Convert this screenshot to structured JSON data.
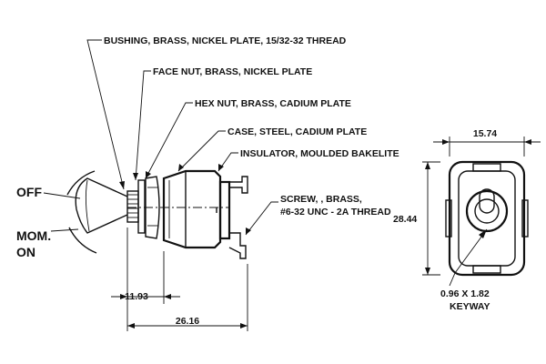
{
  "callouts": {
    "bushing": "BUSHING, BRASS, NICKEL PLATE, 15/32-32 THREAD",
    "face_nut": "FACE NUT, BRASS, NICKEL PLATE",
    "hex_nut": "HEX NUT, BRASS, CADIUM PLATE",
    "case": "CASE, STEEL, CADIUM PLATE",
    "insulator": "INSULATOR, MOULDED BAKELITE",
    "screw_line1": "SCREW, , BRASS,",
    "screw_line2": "#6-32 UNC - 2A THREAD",
    "keyway_line1": "0.96 X 1.82",
    "keyway_line2": "KEYWAY"
  },
  "positions": {
    "off": "OFF",
    "mom_line1": "MOM.",
    "mom_line2": "ON"
  },
  "dimensions": {
    "bushing_length": "11.93",
    "overall_length": "26.16",
    "end_width": "15.74",
    "end_height": "28.44"
  }
}
